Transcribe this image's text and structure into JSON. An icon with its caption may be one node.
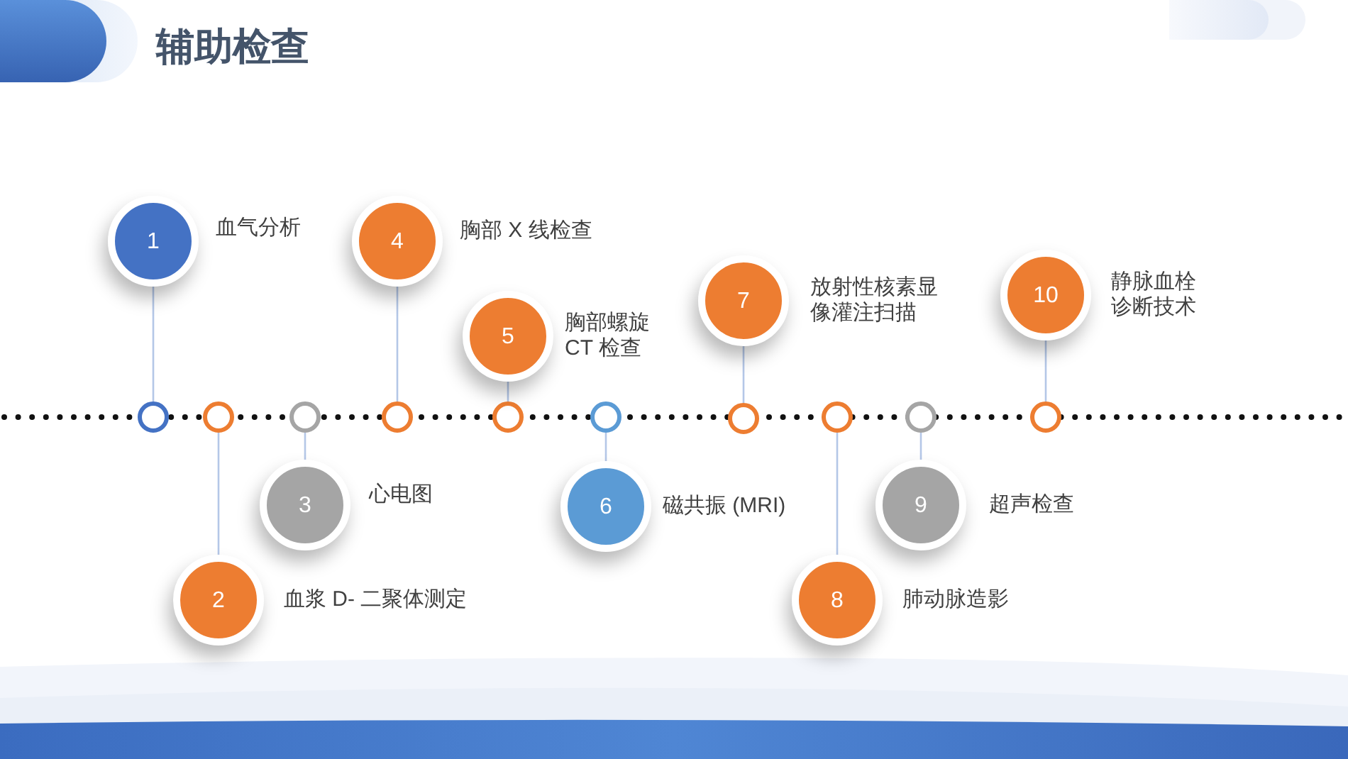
{
  "diagram": {
    "title": "辅助检查",
    "nodes": [
      {
        "text": [
          "1"
        ],
        "beside": [
          "血气分析"
        ]
      },
      {
        "text": [
          "2"
        ],
        "beside": [
          "血浆 D- 二聚体测定"
        ]
      },
      {
        "text": [
          "3"
        ],
        "beside": [
          "心电图"
        ]
      },
      {
        "text": [
          "4"
        ],
        "beside": [
          "胸部 X 线检查"
        ]
      },
      {
        "text": [
          "5"
        ],
        "beside": [
          "胸部螺旋CT 检查"
        ]
      },
      {
        "text": [
          "6"
        ],
        "beside": [
          "磁共振 (MRI)"
        ]
      },
      {
        "text": [
          "7"
        ],
        "beside": [
          "放射性核素显像灌注扫描"
        ]
      },
      {
        "text": [
          "8"
        ],
        "beside": [
          "肺动脉造影"
        ]
      },
      {
        "text": [
          "9"
        ],
        "beside": [
          "超声检查"
        ]
      },
      {
        "text": [
          "10"
        ],
        "beside": [
          "静脉血栓诊断技术"
        ]
      },
      {
        "text": [],
        "shape": "circle"
      },
      {
        "text": [],
        "shape": "circle"
      },
      {
        "text": [],
        "shape": "circle"
      },
      {
        "text": [],
        "shape": "circle"
      },
      {
        "text": [],
        "shape": "circle"
      },
      {
        "text": [],
        "shape": "circle"
      },
      {
        "text": [],
        "shape": "circle"
      },
      {
        "text": [],
        "shape": "circle"
      },
      {
        "text": [],
        "shape": "circle"
      },
      {
        "text": [],
        "shape": "circle"
      }
    ],
    "edges": [
      {
        "from": 0,
        "to": 10,
        "arrow": "none"
      },
      {
        "from": 1,
        "to": 11,
        "arrow": "none"
      },
      {
        "from": 2,
        "to": 12,
        "arrow": "none"
      },
      {
        "from": 3,
        "to": 13,
        "arrow": "none"
      },
      {
        "from": 4,
        "to": 14,
        "arrow": "none"
      },
      {
        "from": 5,
        "to": 15,
        "arrow": "none"
      },
      {
        "from": 6,
        "to": 16,
        "arrow": "none"
      },
      {
        "from": 7,
        "to": 17,
        "arrow": "none"
      },
      {
        "from": 8,
        "to": 18,
        "arrow": "none"
      },
      {
        "from": 9,
        "to": 19,
        "arrow": "none"
      }
    ]
  }
}
